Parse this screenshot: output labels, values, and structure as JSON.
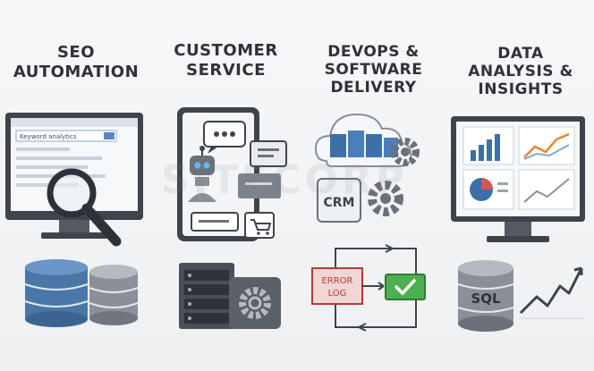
{
  "panels": [
    {
      "title": "SEO\nAUTOMATION"
    },
    {
      "title": "CUSTOMER\nSERVICE"
    },
    {
      "title": "DEVOPS &\nSOFTWARE\nDELIVERY"
    },
    {
      "title": "DATA\nANALYSIS &\nINSIGHTS"
    }
  ],
  "seo": {
    "search_text": "Keyword analytics"
  },
  "devops": {
    "crm_label": "CRM",
    "error_label": "ERROR\nLOG"
  },
  "data": {
    "sql_label": "SQL"
  },
  "watermark": "SITECORP",
  "colors": {
    "accent_blue": "#3d6fa8",
    "error_red": "#d9534f",
    "success_green": "#4caf50",
    "dark_gray": "#4a4f57"
  }
}
